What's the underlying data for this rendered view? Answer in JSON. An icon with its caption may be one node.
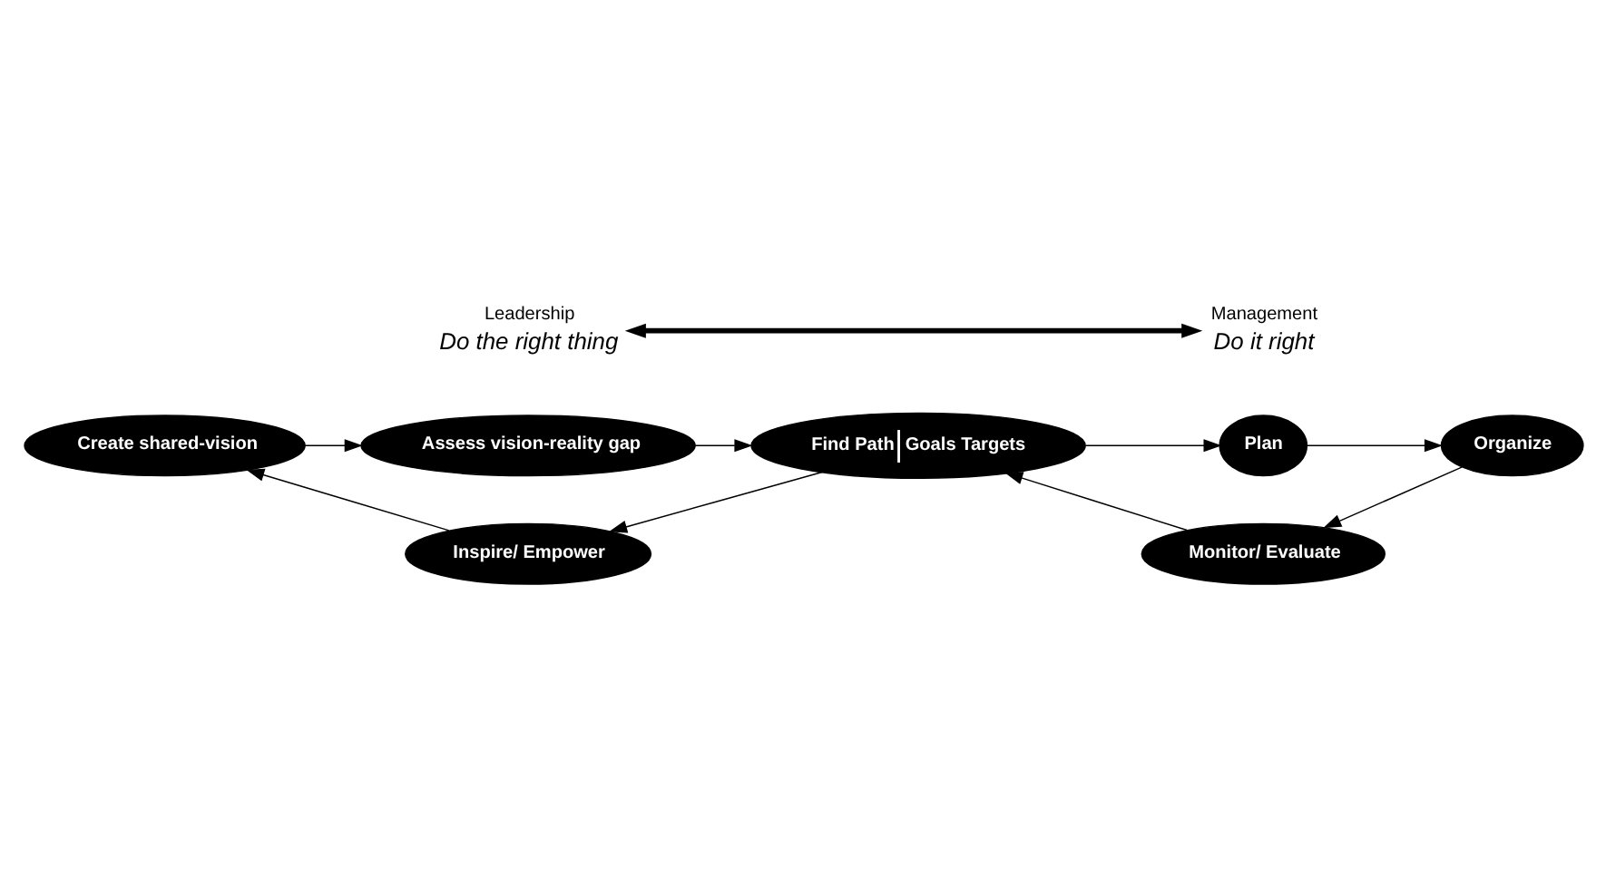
{
  "diagram": {
    "nodes": [
      {
        "text": [
          "Assess vision-reality gap"
        ]
      },
      {
        "text": [
          "Create shared-vision"
        ]
      },
      {
        "text": [
          "Find Path",
          "Goals Targets"
        ]
      },
      {
        "text": [
          "Plan"
        ]
      },
      {
        "text": [
          "Organize"
        ]
      },
      {
        "text": [
          "Inspire/ Empower"
        ]
      },
      {
        "text": [
          "Monitor/ Evaluate"
        ]
      },
      {
        "text": [
          "Leadership",
          "Do the right thing"
        ]
      },
      {
        "text": [
          "Management",
          "Do it right"
        ]
      }
    ],
    "edges": [
      {
        "from": 0,
        "to": 2,
        "arrow": "to"
      },
      {
        "from": 2,
        "to": 5,
        "arrow": "to"
      },
      {
        "from": 5,
        "to": 1,
        "arrow": "to"
      },
      {
        "from": 1,
        "to": 0,
        "arrow": "to"
      },
      {
        "from": 2,
        "to": 3,
        "arrow": "to"
      },
      {
        "from": 3,
        "to": 4,
        "arrow": "to"
      },
      {
        "from": 4,
        "to": 6,
        "arrow": "to"
      },
      {
        "from": 6,
        "to": 2,
        "arrow": "to"
      },
      {
        "from": 7,
        "to": 8,
        "arrow": "both",
        "style": "thick"
      }
    ]
  }
}
